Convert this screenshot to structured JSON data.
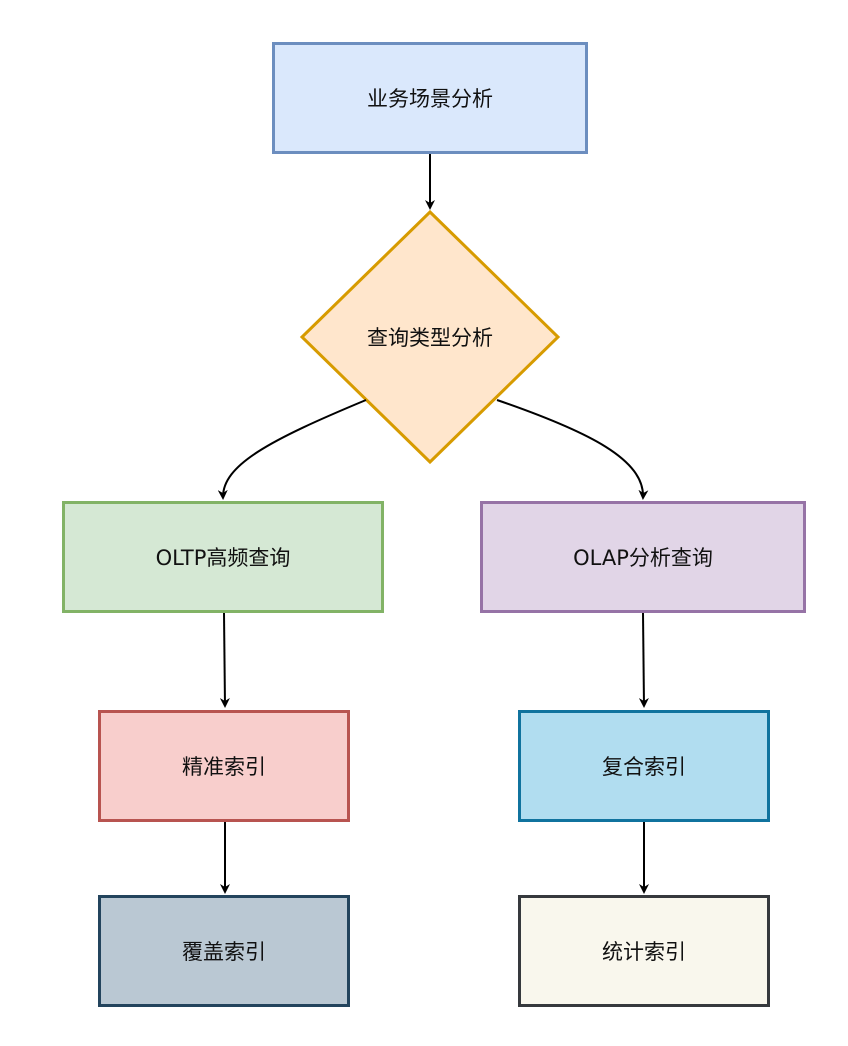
{
  "diagram": {
    "nodes": {
      "scenario": "业务场景分析",
      "query_type": "查询类型分析",
      "oltp": "OLTP高频查询",
      "olap": "OLAP分析查询",
      "precise_index": "精准索引",
      "composite_index": "复合索引",
      "covering_index": "覆盖索引",
      "stats_index": "统计索引"
    },
    "edges": [
      {
        "from": "scenario",
        "to": "query_type"
      },
      {
        "from": "query_type",
        "to": "oltp"
      },
      {
        "from": "query_type",
        "to": "olap"
      },
      {
        "from": "oltp",
        "to": "precise_index"
      },
      {
        "from": "precise_index",
        "to": "covering_index"
      },
      {
        "from": "olap",
        "to": "composite_index"
      },
      {
        "from": "composite_index",
        "to": "stats_index"
      }
    ],
    "colors": {
      "scenario_fill": "#dae8fc",
      "scenario_stroke": "#6c8ebf",
      "decision_fill": "#ffe6cc",
      "decision_stroke": "#d79b00",
      "oltp_fill": "#d5e8d4",
      "oltp_stroke": "#82b366",
      "olap_fill": "#e1d5e7",
      "olap_stroke": "#9673a6",
      "precise_fill": "#f8cecc",
      "precise_stroke": "#b85450",
      "composite_fill": "#b1ddf0",
      "composite_stroke": "#10739e",
      "covering_fill": "#bac8d3",
      "covering_stroke": "#23445d",
      "stats_fill": "#f9f7ed",
      "stats_stroke": "#36393d"
    }
  }
}
